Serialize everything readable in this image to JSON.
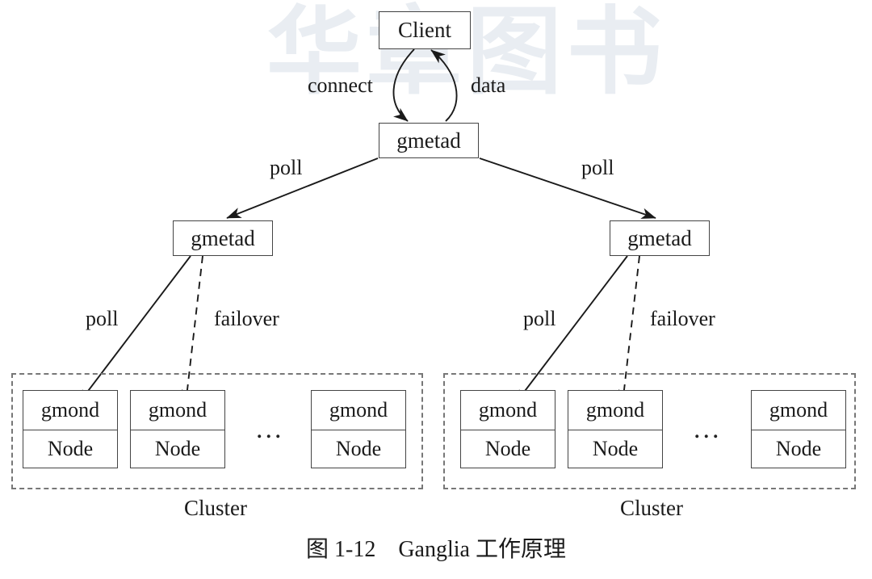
{
  "watermark": {
    "text": "华章图书"
  },
  "diagram": {
    "client": {
      "label": "Client"
    },
    "root_gmetad": {
      "label": "gmetad"
    },
    "client_edges": [
      {
        "label": "connect",
        "direction": "client-to-gmetad"
      },
      {
        "label": "data",
        "direction": "gmetad-to-client"
      }
    ],
    "root_poll_labels": [
      {
        "label": "poll"
      },
      {
        "label": "poll"
      }
    ],
    "branches": [
      {
        "gmetad": {
          "label": "gmetad"
        },
        "poll_label": "poll",
        "failover_label": "failover",
        "cluster": {
          "label": "Cluster",
          "ellipsis": "...",
          "hosts": [
            {
              "agent": "gmond",
              "node": "Node"
            },
            {
              "agent": "gmond",
              "node": "Node"
            },
            {
              "agent": "gmond",
              "node": "Node"
            }
          ]
        }
      },
      {
        "gmetad": {
          "label": "gmetad"
        },
        "poll_label": "poll",
        "failover_label": "failover",
        "cluster": {
          "label": "Cluster",
          "ellipsis": "...",
          "hosts": [
            {
              "agent": "gmond",
              "node": "Node"
            },
            {
              "agent": "gmond",
              "node": "Node"
            },
            {
              "agent": "gmond",
              "node": "Node"
            }
          ]
        }
      }
    ]
  },
  "caption": {
    "text": "图 1-12　Ganglia 工作原理"
  },
  "colors": {
    "box_stroke": "#444444",
    "cluster_stroke": "#777777",
    "text": "#1a1a1a",
    "watermark": "#e9edf2"
  }
}
